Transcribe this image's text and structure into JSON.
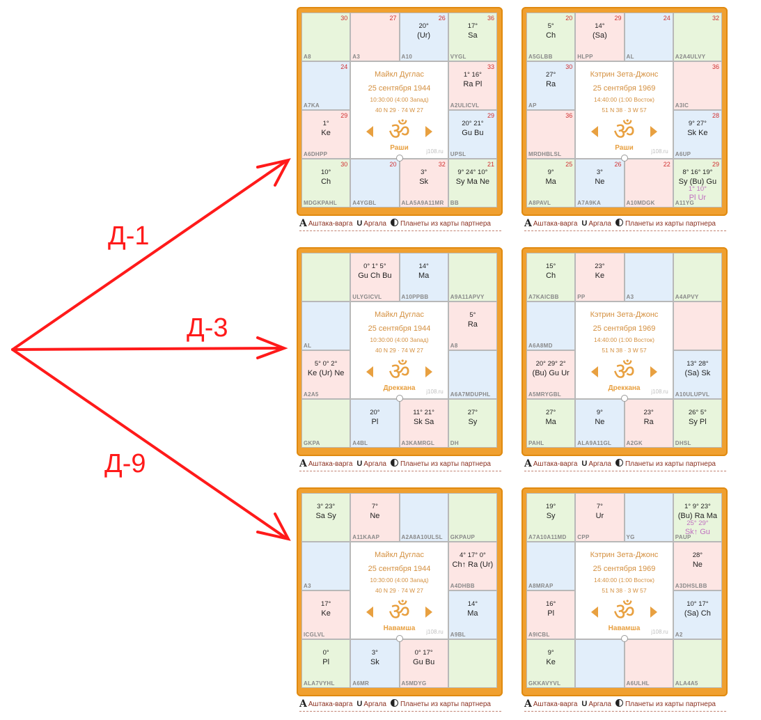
{
  "labels": {
    "d1": "Д-1",
    "d3": "Д-3",
    "d9": "Д-9"
  },
  "colors": {
    "arrow": "#ff1a1a",
    "frame": "#f0a030",
    "green": "#e8f5dc",
    "pink": "#fde6e4",
    "blue": "#e2eefa"
  },
  "toolbar": {
    "ashtaka": "Аштака-варга",
    "argala": "Аргала",
    "partner": "Планеты из карты партнера"
  },
  "site": "j108.ru",
  "charts": [
    {
      "name": "Майкл Дуглас",
      "date": "25 сентября 1944",
      "time": "10:30:00 (4:00 Запад)",
      "coords": "40 N 29 · 74 W 27",
      "chart": "Раши",
      "cells": [
        {
          "n": "30",
          "a": "A8",
          "d": "",
          "p": "",
          "c": "green"
        },
        {
          "n": "27",
          "a": "A3",
          "d": "",
          "p": "",
          "c": "pink"
        },
        {
          "n": "26",
          "a": "A10",
          "d": "20°",
          "p": "(Ur)",
          "c": "blue"
        },
        {
          "n": "36",
          "a": "VYGL",
          "d": "17°",
          "p": "Sa",
          "c": "green"
        },
        {
          "n": "24",
          "a": "A7KA",
          "d": "",
          "p": "",
          "c": "blue"
        },
        {
          "n": "33",
          "a": "A2ULICVL",
          "d": "1° 16°",
          "p": "Ra Pl",
          "c": "pink"
        },
        {
          "n": "29",
          "a": "A6DHPP",
          "d": "1°",
          "p": "Ke",
          "c": "pink"
        },
        {
          "n": "29",
          "a": "UPSL",
          "d": "20° 21°",
          "p": "Gu Bu",
          "c": "blue"
        },
        {
          "n": "30",
          "a": "MDGKPAHL",
          "d": "10°",
          "p": "Ch",
          "c": "green"
        },
        {
          "n": "20",
          "a": "A4YGBL",
          "d": "",
          "p": "",
          "c": "blue"
        },
        {
          "n": "32",
          "a": "ALA5A9A11MR",
          "d": "3°",
          "p": "Sk",
          "c": "pink"
        },
        {
          "n": "21",
          "a": "BB",
          "d": "9° 24° 10°",
          "p": "Sy Ma Ne",
          "c": "green"
        }
      ]
    },
    {
      "name": "Кэтрин Зета-Джонс",
      "date": "25 сентября 1969",
      "time": "14:40:00 (1:00 Восток)",
      "coords": "51 N 38 · 3 W 57",
      "chart": "Раши",
      "cells": [
        {
          "n": "20",
          "a": "A5GLBB",
          "d": "5°",
          "p": "Ch",
          "c": "green"
        },
        {
          "n": "29",
          "a": "HLPP",
          "d": "14°",
          "p": "(Sa)",
          "c": "pink"
        },
        {
          "n": "24",
          "a": "AL",
          "d": "",
          "p": "",
          "c": "blue"
        },
        {
          "n": "32",
          "a": "A2A4ULVY",
          "d": "",
          "p": "",
          "c": "green"
        },
        {
          "n": "30",
          "a": "AP",
          "d": "27°",
          "p": "Ra",
          "c": "blue"
        },
        {
          "n": "36",
          "a": "A3IC",
          "d": "",
          "p": "",
          "c": "pink"
        },
        {
          "n": "36",
          "a": "MRDHBLSL",
          "d": "",
          "p": "",
          "c": "pink"
        },
        {
          "n": "28",
          "a": "A6UP",
          "d": "9° 27°",
          "p": "Sk Ke",
          "c": "blue"
        },
        {
          "n": "25",
          "a": "A8PAVL",
          "d": "9°",
          "p": "Ma",
          "c": "green"
        },
        {
          "n": "26",
          "a": "A7A9KA",
          "d": "3°",
          "p": "Ne",
          "c": "blue"
        },
        {
          "n": "22",
          "a": "A10MDGK",
          "d": "",
          "p": "",
          "c": "pink"
        },
        {
          "n": "29",
          "a": "A11YG",
          "d": "8° 16° 19°",
          "p": "Sy (Bu) Gu",
          "d2": "1° 10°",
          "p2": "Pl Ur",
          "c": "green"
        }
      ]
    },
    {
      "name": "Майкл Дуглас",
      "date": "25 сентября 1944",
      "time": "10:30:00 (4:00 Запад)",
      "coords": "40 N 29 · 74 W 27",
      "chart": "Дреккана",
      "cells": [
        {
          "n": "",
          "a": "",
          "d": "",
          "p": "",
          "c": "green"
        },
        {
          "n": "",
          "a": "ULYGICVL",
          "d": "0° 1° 5°",
          "p": "Gu Ch Bu",
          "c": "pink"
        },
        {
          "n": "",
          "a": "A10PPBB",
          "d": "14°",
          "p": "Ma",
          "c": "blue"
        },
        {
          "n": "",
          "a": "A9A11APVY",
          "d": "",
          "p": "",
          "c": "green"
        },
        {
          "n": "",
          "a": "AL",
          "d": "",
          "p": "",
          "c": "blue"
        },
        {
          "n": "",
          "a": "A8",
          "d": "5°",
          "p": "Ra",
          "c": "pink"
        },
        {
          "n": "",
          "a": "A2A5",
          "d": "5° 0° 2°",
          "p": "Ke (Ur) Ne",
          "c": "pink"
        },
        {
          "n": "",
          "a": "A6A7MDUPHL",
          "d": "",
          "p": "",
          "c": "blue"
        },
        {
          "n": "",
          "a": "GKPA",
          "d": "",
          "p": "",
          "c": "green"
        },
        {
          "n": "",
          "a": "A4BL",
          "d": "20°",
          "p": "Pl",
          "c": "blue"
        },
        {
          "n": "",
          "a": "A3KAMRGL",
          "d": "11° 21°",
          "p": "Sk Sa",
          "c": "pink"
        },
        {
          "n": "",
          "a": "DH",
          "d": "27°",
          "p": "Sy",
          "c": "green"
        }
      ]
    },
    {
      "name": "Кэтрин Зета-Джонс",
      "date": "25 сентября 1969",
      "time": "14:40:00 (1:00 Восток)",
      "coords": "51 N 38 · 3 W 57",
      "chart": "Дреккана",
      "cells": [
        {
          "n": "",
          "a": "A7KAICBB",
          "d": "15°",
          "p": "Ch",
          "c": "green"
        },
        {
          "n": "",
          "a": "PP",
          "d": "23°",
          "p": "Ke",
          "c": "pink"
        },
        {
          "n": "",
          "a": "A3",
          "d": "",
          "p": "",
          "c": "blue"
        },
        {
          "n": "",
          "a": "A4APVY",
          "d": "",
          "p": "",
          "c": "green"
        },
        {
          "n": "",
          "a": "A6A8MD",
          "d": "",
          "p": "",
          "c": "blue"
        },
        {
          "n": "",
          "a": "",
          "d": "",
          "p": "",
          "c": "pink"
        },
        {
          "n": "",
          "a": "A5MRYGBL",
          "d": "20° 29° 2°",
          "p": "(Bu) Gu Ur",
          "c": "pink"
        },
        {
          "n": "",
          "a": "A10ULUPVL",
          "d": "13° 28°",
          "p": "(Sa) Sk",
          "c": "blue"
        },
        {
          "n": "",
          "a": "PAHL",
          "d": "27°",
          "p": "Ma",
          "c": "green"
        },
        {
          "n": "",
          "a": "ALA9A11GL",
          "d": "9°",
          "p": "Ne",
          "c": "blue"
        },
        {
          "n": "",
          "a": "A2GK",
          "d": "23°",
          "p": "Ra",
          "c": "pink"
        },
        {
          "n": "",
          "a": "DHSL",
          "d": "26° 5°",
          "p": "Sy Pl",
          "c": "green"
        }
      ]
    },
    {
      "name": "Майкл Дуглас",
      "date": "25 сентября 1944",
      "time": "10:30:00 (4:00 Запад)",
      "coords": "40 N 29 · 74 W 27",
      "chart": "Навамша",
      "cells": [
        {
          "n": "",
          "a": "",
          "d": "3° 23°",
          "p": "Sa Sy",
          "c": "green"
        },
        {
          "n": "",
          "a": "A11KAAP",
          "d": "7°",
          "p": "Ne",
          "c": "pink"
        },
        {
          "n": "",
          "a": "A2A8A10ULSL",
          "d": "",
          "p": "",
          "c": "blue"
        },
        {
          "n": "",
          "a": "GKPAUP",
          "d": "",
          "p": "",
          "c": "green"
        },
        {
          "n": "",
          "a": "A3",
          "d": "",
          "p": "",
          "c": "blue"
        },
        {
          "n": "",
          "a": "A4DHBB",
          "d": "4° 17° 0°",
          "p": "Ch↑ Ra (Ur)",
          "c": "pink"
        },
        {
          "n": "",
          "a": "ICGLVL",
          "d": "17°",
          "p": "Ke",
          "c": "pink"
        },
        {
          "n": "",
          "a": "A9BL",
          "d": "14°",
          "p": "Ma",
          "c": "blue"
        },
        {
          "n": "",
          "a": "ALA7VYHL",
          "d": "0°",
          "p": "Pl",
          "c": "green"
        },
        {
          "n": "",
          "a": "A6MR",
          "d": "3°",
          "p": "Sk",
          "c": "blue"
        },
        {
          "n": "",
          "a": "A5MDYG",
          "d": "0° 17°",
          "p": "Gu Bu",
          "c": "pink"
        },
        {
          "n": "",
          "a": "",
          "d": "",
          "p": "",
          "c": "green"
        }
      ]
    },
    {
      "name": "Кэтрин Зета-Джонс",
      "date": "25 сентября 1969",
      "time": "14:40:00 (1:00 Восток)",
      "coords": "51 N 38 · 3 W 57",
      "chart": "Навамша",
      "cells": [
        {
          "n": "",
          "a": "A7A10A11MD",
          "d": "19°",
          "p": "Sy",
          "c": "green"
        },
        {
          "n": "",
          "a": "CPP",
          "d": "7°",
          "p": "Ur",
          "c": "pink"
        },
        {
          "n": "",
          "a": "YG",
          "d": "",
          "p": "",
          "c": "blue"
        },
        {
          "n": "",
          "a": "PAUP",
          "d": "1° 9° 23°",
          "p": "(Bu) Ra Ma",
          "d2": "25° 29°",
          "p2": "Sk↑ Gu",
          "c": "green"
        },
        {
          "n": "",
          "a": "A8MRAP",
          "d": "",
          "p": "",
          "c": "blue"
        },
        {
          "n": "",
          "a": "A3DHSLBB",
          "d": "28°",
          "p": "Ne",
          "c": "pink"
        },
        {
          "n": "",
          "a": "A9ICBL",
          "d": "16°",
          "p": "Pl",
          "c": "pink"
        },
        {
          "n": "",
          "a": "A2",
          "d": "10° 17°",
          "p": "(Sa) Ch",
          "c": "blue"
        },
        {
          "n": "",
          "a": "GKKAVYVL",
          "d": "9°",
          "p": "Ke",
          "c": "green"
        },
        {
          "n": "",
          "a": "",
          "d": "",
          "p": "",
          "c": "blue"
        },
        {
          "n": "",
          "a": "A6ULHL",
          "d": "",
          "p": "",
          "c": "pink"
        },
        {
          "n": "",
          "a": "ALA4A5",
          "d": "",
          "p": "",
          "c": "green"
        }
      ]
    }
  ]
}
